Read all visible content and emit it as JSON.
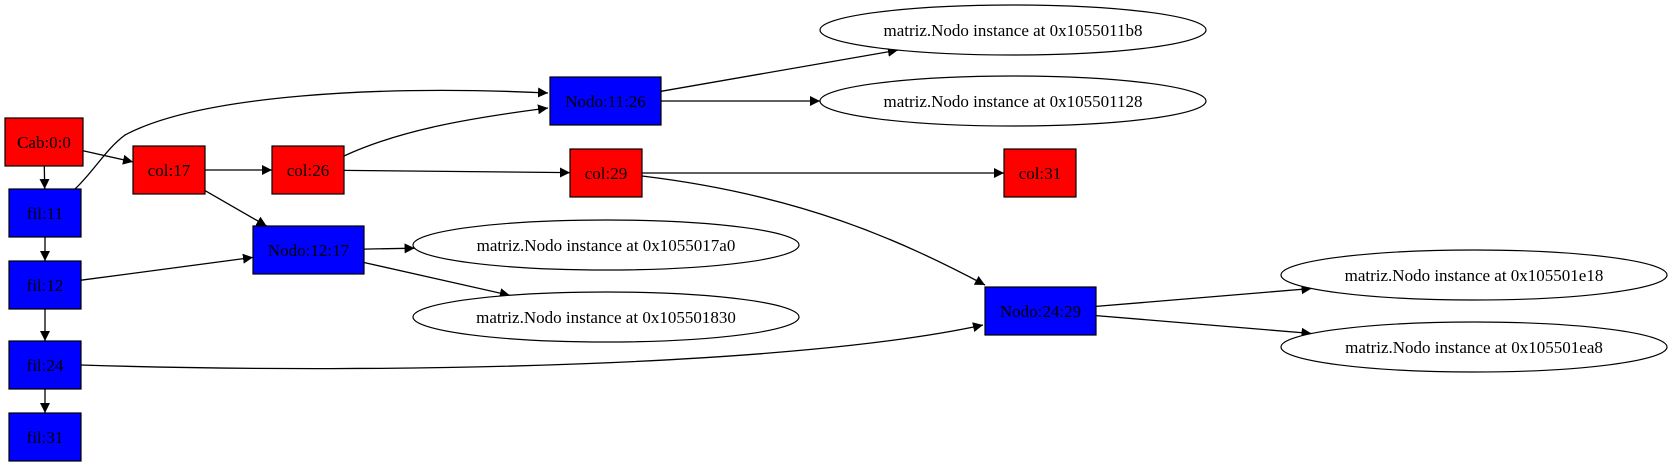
{
  "colors": {
    "red": "#ff0000",
    "blue": "#0000ff",
    "stroke": "#000000",
    "ellipse_fill": "#ffffff"
  },
  "nodes": {
    "cab": {
      "label": "Cab:0:0",
      "color": "red"
    },
    "col17": {
      "label": "col:17",
      "color": "red"
    },
    "col26": {
      "label": "col:26",
      "color": "red"
    },
    "col29": {
      "label": "col:29",
      "color": "red"
    },
    "col31": {
      "label": "col:31",
      "color": "red"
    },
    "fil11": {
      "label": "fil:11",
      "color": "blue"
    },
    "fil12": {
      "label": "fil:12",
      "color": "blue"
    },
    "fil24": {
      "label": "fil:24",
      "color": "blue"
    },
    "fil31": {
      "label": "fil:31",
      "color": "blue"
    },
    "nodo11_26": {
      "label": "Nodo:11:26",
      "color": "blue"
    },
    "nodo12_17": {
      "label": "Nodo:12:17",
      "color": "blue"
    },
    "nodo24_29": {
      "label": "Nodo:24:29",
      "color": "blue"
    },
    "inst_11b8": {
      "label": "matriz.Nodo instance at 0x1055011b8",
      "shape": "ellipse"
    },
    "inst_1128": {
      "label": "matriz.Nodo instance at 0x105501128",
      "shape": "ellipse"
    },
    "inst_17a0": {
      "label": "matriz.Nodo instance at 0x1055017a0",
      "shape": "ellipse"
    },
    "inst_1830": {
      "label": "matriz.Nodo instance at 0x105501830",
      "shape": "ellipse"
    },
    "inst_1e18": {
      "label": "matriz.Nodo instance at 0x105501e18",
      "shape": "ellipse"
    },
    "inst_1ea8": {
      "label": "matriz.Nodo instance at 0x105501ea8",
      "shape": "ellipse"
    }
  },
  "edges": [
    {
      "from": "cab",
      "to": "fil11"
    },
    {
      "from": "cab",
      "to": "col17"
    },
    {
      "from": "fil11",
      "to": "fil12"
    },
    {
      "from": "fil11",
      "to": "nodo11_26"
    },
    {
      "from": "fil12",
      "to": "fil24"
    },
    {
      "from": "fil12",
      "to": "nodo12_17"
    },
    {
      "from": "fil24",
      "to": "fil31"
    },
    {
      "from": "fil24",
      "to": "nodo24_29"
    },
    {
      "from": "col17",
      "to": "col26"
    },
    {
      "from": "col17",
      "to": "nodo12_17"
    },
    {
      "from": "col26",
      "to": "col29"
    },
    {
      "from": "col26",
      "to": "nodo11_26"
    },
    {
      "from": "col29",
      "to": "col31"
    },
    {
      "from": "col29",
      "to": "nodo24_29"
    },
    {
      "from": "nodo11_26",
      "to": "inst_11b8"
    },
    {
      "from": "nodo11_26",
      "to": "inst_1128"
    },
    {
      "from": "nodo12_17",
      "to": "inst_17a0"
    },
    {
      "from": "nodo12_17",
      "to": "inst_1830"
    },
    {
      "from": "nodo24_29",
      "to": "inst_1e18"
    },
    {
      "from": "nodo24_29",
      "to": "inst_1ea8"
    }
  ]
}
